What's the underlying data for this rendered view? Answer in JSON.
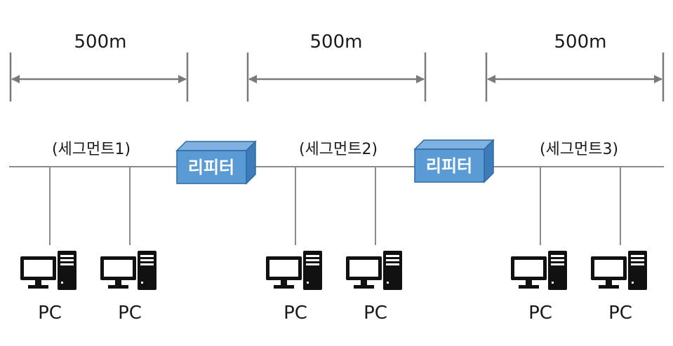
{
  "distances": [
    {
      "label": "500m"
    },
    {
      "label": "500m"
    },
    {
      "label": "500m"
    }
  ],
  "segments": [
    {
      "label": "(세그먼트1)"
    },
    {
      "label": "(세그먼트2)"
    },
    {
      "label": "(세그먼트3)"
    }
  ],
  "repeaters": [
    {
      "label": "리피터"
    },
    {
      "label": "리피터"
    }
  ],
  "pcs": [
    {
      "label": "PC"
    },
    {
      "label": "PC"
    },
    {
      "label": "PC"
    },
    {
      "label": "PC"
    },
    {
      "label": "PC"
    },
    {
      "label": "PC"
    }
  ],
  "colors": {
    "repeater_front": "#5b9bd5",
    "repeater_top": "#7fb2e0",
    "repeater_side": "#3d7cb8",
    "repeater_edge": "#2e6aa3",
    "line": "#8a8a8a",
    "pc_icon": "#111111"
  }
}
